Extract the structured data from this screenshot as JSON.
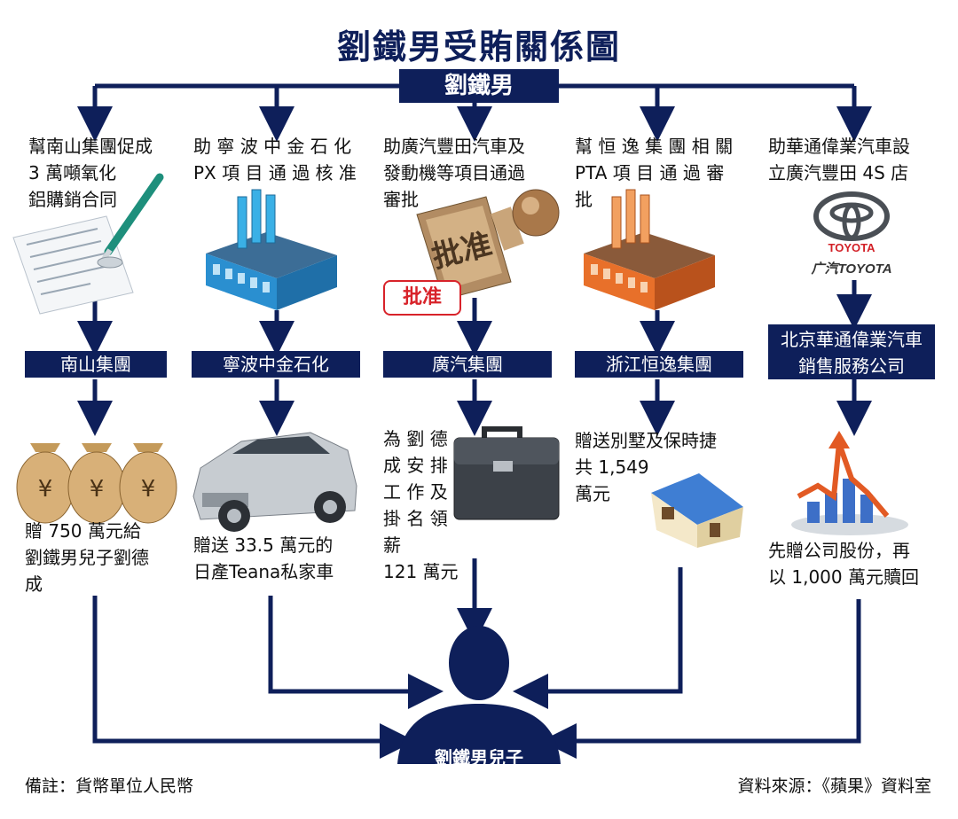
{
  "title": "劉鐵男受賄關係圖",
  "root": "劉鐵男",
  "columns": [
    {
      "desc": [
        "幫南山集團促成",
        "3 萬噸氧化",
        "鋁購銷合同"
      ],
      "company": "南山集團",
      "result": [
        "贈 750 萬元給",
        "劉鐵男兒子劉德",
        "成"
      ],
      "icon": "contract-pen-icon"
    },
    {
      "desc": [
        "助 寧 波 中 金 石 化",
        "PX 項 目 通 過 核 准"
      ],
      "company": "寧波中金石化",
      "result": [
        "贈送 33.5 萬元的",
        "日產Teana私家車"
      ],
      "icon": "blue-factory-icon"
    },
    {
      "desc": [
        "助廣汽豐田汽車及",
        "發動機等項目通過",
        "審批"
      ],
      "company": "廣汽集團",
      "result": [
        "為 劉 德",
        "成 安 排",
        "工 作 及",
        "掛 名 領 薪",
        "121 萬元"
      ],
      "icon": "approval-stamp-icon"
    },
    {
      "desc": [
        "幫 恒 逸 集 團 相 關",
        "PTA 項 目 通 過 審",
        "批"
      ],
      "company": "浙江恒逸集團",
      "result": [
        "贈送別墅及保時捷",
        "共 1,549",
        "萬元"
      ],
      "icon": "orange-factory-icon"
    },
    {
      "desc": [
        "助華通偉業汽車設",
        "立廣汽豐田 4S 店"
      ],
      "company": [
        "北京華通偉業汽車",
        "銷售服務公司"
      ],
      "result": [
        "先贈公司股份，再",
        "以 1,000 萬元贖回"
      ],
      "icon": "toyota-logo-icon"
    }
  ],
  "stamp_label": "批准",
  "toyota": {
    "brand": "TOYOTA",
    "gac": "广汽TOYOTA"
  },
  "target": [
    "劉鐵男兒子",
    "劉德成"
  ],
  "note_left": "備註：貨幣單位人民幣",
  "note_right": "資料來源：《蘋果》資料室",
  "colors": {
    "navy": "#0e1f5a",
    "red": "#d8232a",
    "orange": "#e8702a",
    "blue": "#2a8fd0"
  }
}
